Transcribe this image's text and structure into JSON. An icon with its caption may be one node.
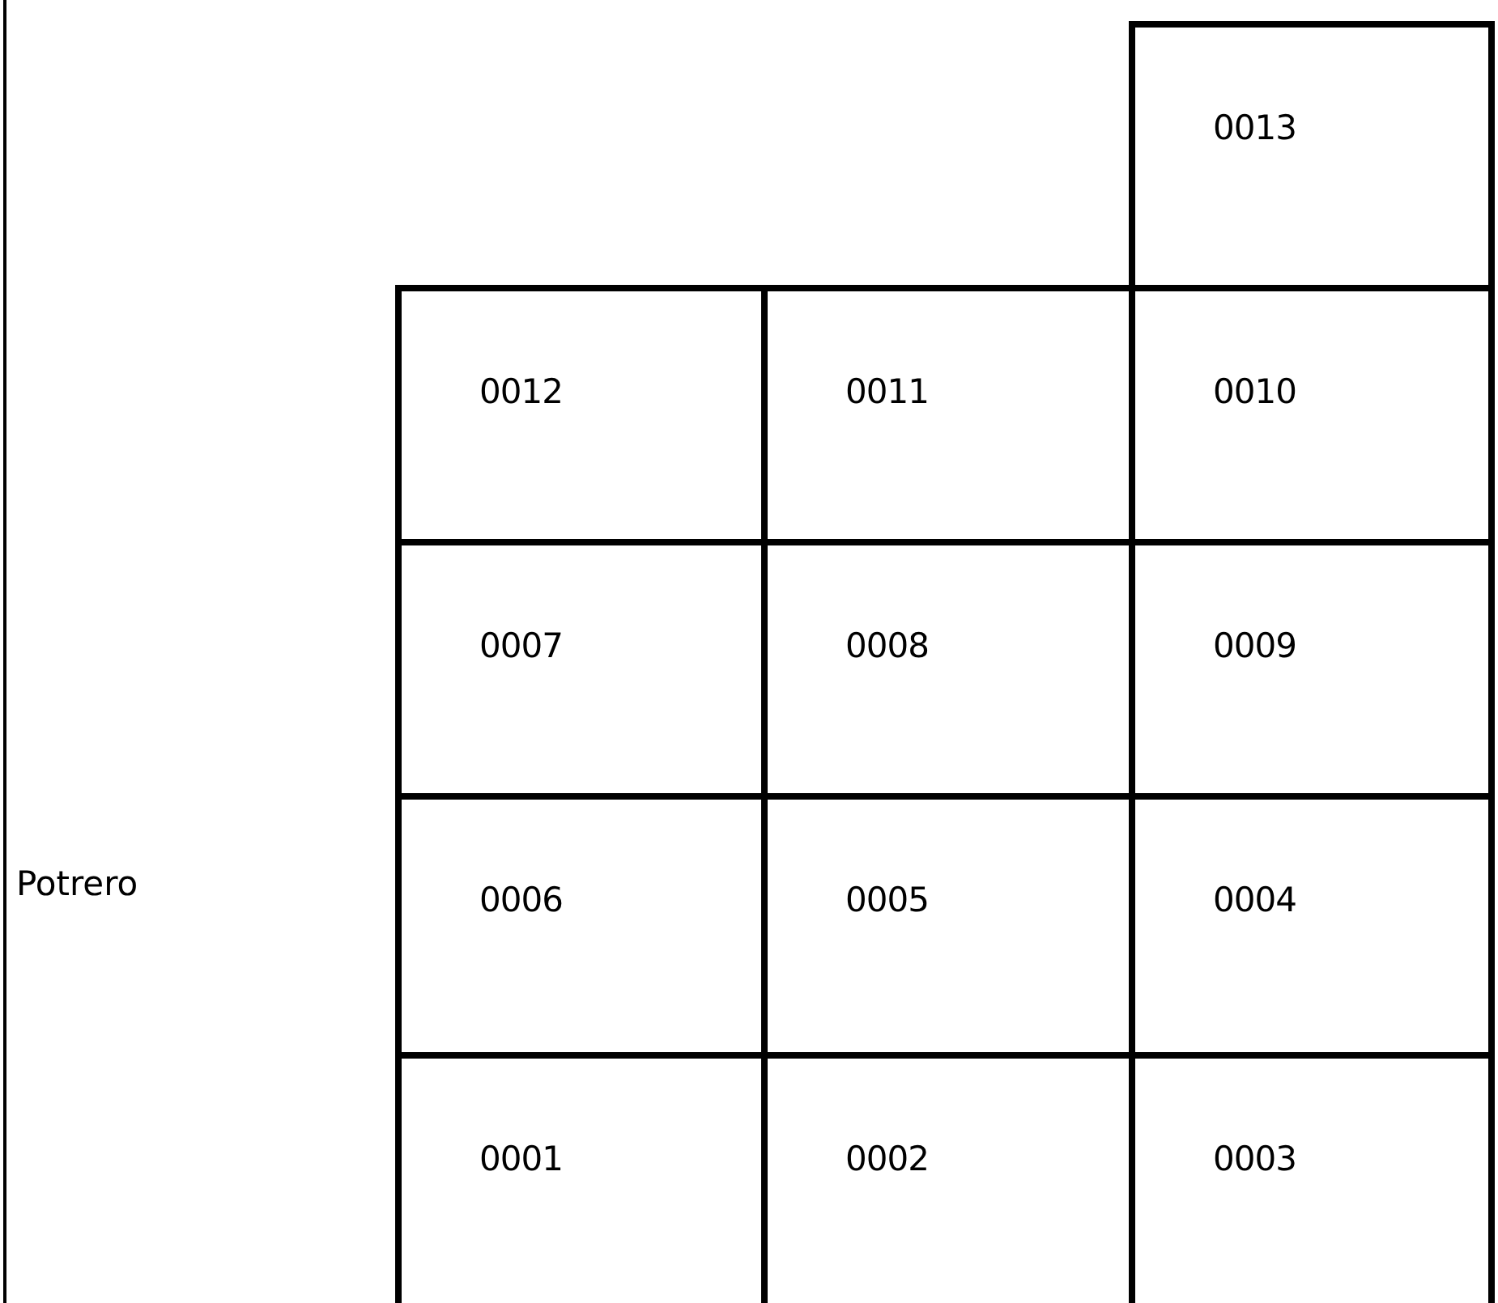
{
  "diagram": {
    "nodes": [
      {
        "text": [
          "0013"
        ]
      },
      {
        "text": [
          "0012"
        ]
      },
      {
        "text": [
          "0011"
        ]
      },
      {
        "text": [
          "0010"
        ]
      },
      {
        "text": [
          "0007"
        ]
      },
      {
        "text": [
          "0008"
        ]
      },
      {
        "text": [
          "0009"
        ]
      },
      {
        "text": [
          "0006"
        ]
      },
      {
        "text": [
          "0005"
        ]
      },
      {
        "text": [
          "0004"
        ]
      },
      {
        "text": [
          "0001"
        ]
      },
      {
        "text": [
          "0002"
        ]
      },
      {
        "text": [
          "0003"
        ]
      }
    ],
    "labels": [
      "Potrero"
    ]
  }
}
